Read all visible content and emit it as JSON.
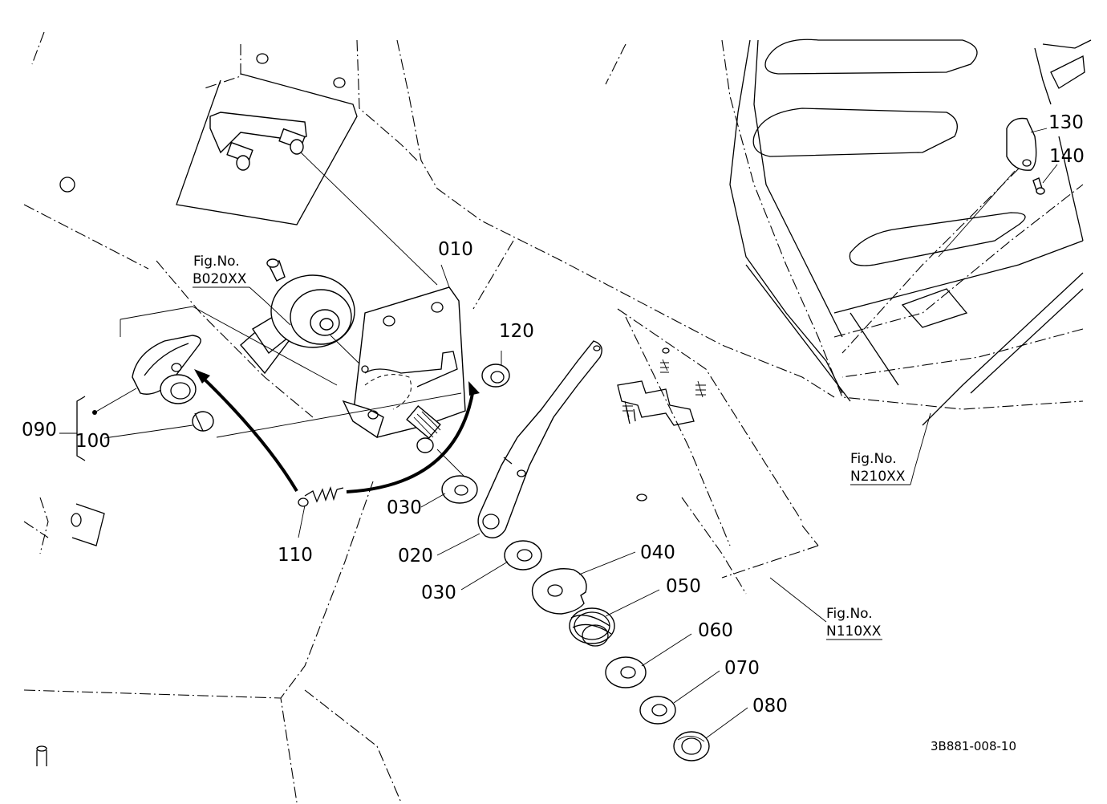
{
  "parts": [
    {
      "id": "p010",
      "label": "010"
    },
    {
      "id": "p020",
      "label": "020"
    },
    {
      "id": "p030a",
      "label": "030"
    },
    {
      "id": "p030b",
      "label": "030"
    },
    {
      "id": "p040",
      "label": "040"
    },
    {
      "id": "p050",
      "label": "050"
    },
    {
      "id": "p060",
      "label": "060"
    },
    {
      "id": "p070",
      "label": "070"
    },
    {
      "id": "p080",
      "label": "080"
    },
    {
      "id": "p090",
      "label": "090"
    },
    {
      "id": "p100",
      "label": "100"
    },
    {
      "id": "p110",
      "label": "110"
    },
    {
      "id": "p120",
      "label": "120"
    },
    {
      "id": "p130",
      "label": "130"
    },
    {
      "id": "p140",
      "label": "140"
    }
  ],
  "figure_refs": [
    {
      "id": "b020",
      "caption": "Fig.No.",
      "number": "B020XX"
    },
    {
      "id": "n210",
      "caption": "Fig.No.",
      "number": "N210XX"
    },
    {
      "id": "n110",
      "caption": "Fig.No.",
      "number": "N110XX"
    }
  ],
  "drawing_code": "3B881-008-10"
}
